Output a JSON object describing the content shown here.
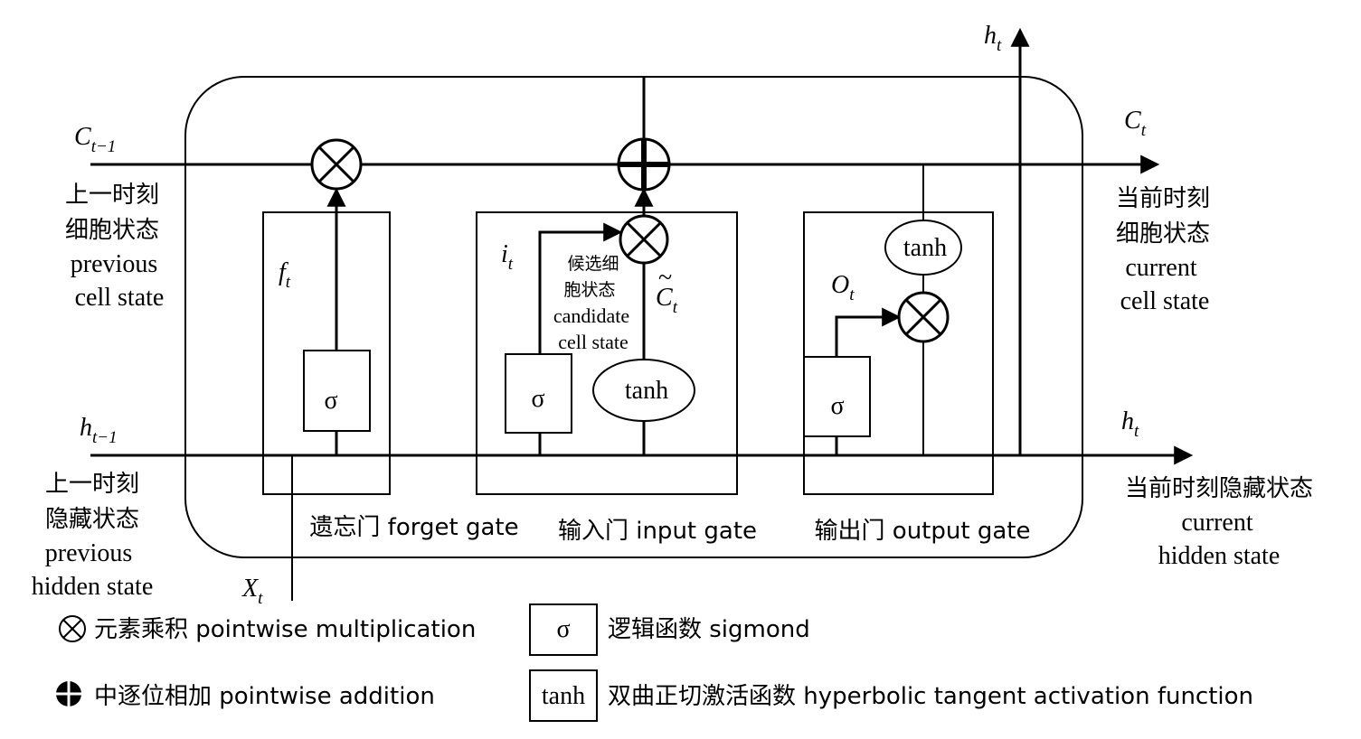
{
  "inputs": {
    "prev_cell_symbol": "C",
    "prev_cell_sub": "t−1",
    "prev_cell_label_cn": [
      "上一时刻",
      "细胞状态"
    ],
    "prev_cell_label_en": [
      "previous",
      "cell state"
    ],
    "prev_hidden_symbol": "h",
    "prev_hidden_sub": "t−1",
    "prev_hidden_label_cn": [
      "上一时刻",
      "隐藏状态"
    ],
    "prev_hidden_label_en": [
      "previous",
      "hidden state"
    ],
    "input_symbol": "X",
    "input_sub": "t"
  },
  "outputs": {
    "cell_symbol": "C",
    "cell_sub": "t",
    "cell_label_cn": [
      "当前时刻",
      "细胞状态"
    ],
    "cell_label_en": [
      "current",
      "cell state"
    ],
    "hidden_symbol": "h",
    "hidden_sub": "t",
    "hidden_top_symbol": "h",
    "hidden_top_sub": "t",
    "hidden_label_cn": "当前时刻隐藏状态",
    "hidden_label_en": [
      "current",
      "hidden state"
    ]
  },
  "gates": {
    "forget": {
      "label": "遗忘门 forget gate",
      "signal_symbol": "f",
      "signal_sub": "t",
      "activation": "σ"
    },
    "input": {
      "label": "输入门 input gate",
      "signal_symbol": "i",
      "signal_sub": "t",
      "activation": "σ",
      "tanh": "tanh",
      "candidate_symbol": "C",
      "candidate_sub": "t",
      "candidate_label": [
        "候选细",
        "胞状态",
        "candidate",
        "cell state"
      ]
    },
    "output": {
      "label": "输出门 output gate",
      "signal_symbol": "O",
      "signal_sub": "t",
      "activation": "σ",
      "tanh": "tanh"
    }
  },
  "legend": {
    "multiply": "元素乘积 pointwise multiplication",
    "add": "中逐位相加 pointwise addition",
    "sigma_symbol": "σ",
    "sigma_desc": "逻辑函数 sigmond",
    "tanh_symbol": "tanh",
    "tanh_desc": "双曲正切激活函数 hyperbolic tangent activation function"
  }
}
